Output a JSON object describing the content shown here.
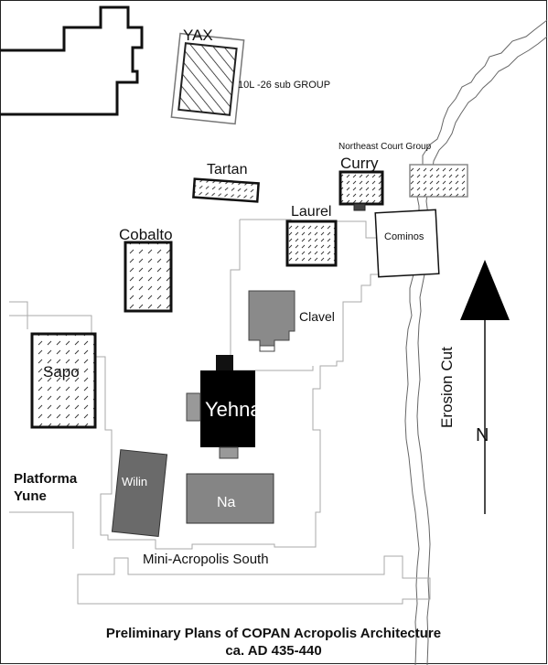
{
  "map": {
    "structures": {
      "yax": "YAX",
      "yax_group": "10L -26 sub GROUP",
      "northeast_group": "Northeast Court Group",
      "tartan": "Tartan",
      "curry": "Curry",
      "laurel": "Laurel",
      "cominos": "Cominos",
      "cobalto": "Cobalto",
      "clavel": "Clavel",
      "sapo": "Sapo",
      "yehnal": "Yehnal",
      "wilin": "Wilin",
      "na": "Na"
    },
    "areas": {
      "platforma_line1": "Platforma",
      "platforma_line2": "Yune",
      "mini_acropolis": "Mini-Acropolis South",
      "erosion_cut": "Erosion Cut"
    },
    "north_label": "N",
    "caption": {
      "line1": "Preliminary Plans of COPAN Acropolis Architecture",
      "line2": "ca. AD 435-440"
    }
  }
}
